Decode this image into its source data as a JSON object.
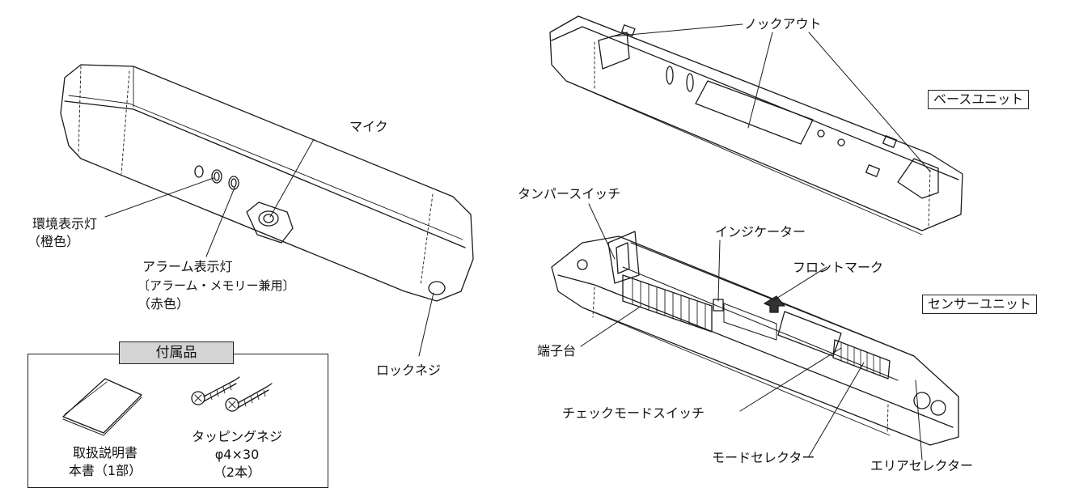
{
  "labels": {
    "mic": "マイク",
    "env_lamp": "環境表示灯",
    "env_lamp_color": "（橙色）",
    "alarm_lamp": "アラーム表示灯",
    "alarm_lamp_note": "〔アラーム・メモリー兼用〕",
    "alarm_lamp_color": "（赤色）",
    "lock_screw": "ロックネジ",
    "knockout": "ノックアウト",
    "base_unit": "ベースユニット",
    "tamper_switch": "タンパースイッチ",
    "indicator": "インジケーター",
    "front_mark": "フロントマーク",
    "sensor_unit": "センサーユニット",
    "terminal_block": "端子台",
    "check_mode_switch": "チェックモードスイッチ",
    "mode_selector": "モードセレクター",
    "area_selector": "エリアセレクター"
  },
  "accessories": {
    "title": "付属品",
    "manual_line1": "取扱説明書",
    "manual_line2": "本書（1部）",
    "screw_line1": "タッピングネジ",
    "screw_line2": "φ4×30",
    "screw_line3": "（2本）"
  }
}
